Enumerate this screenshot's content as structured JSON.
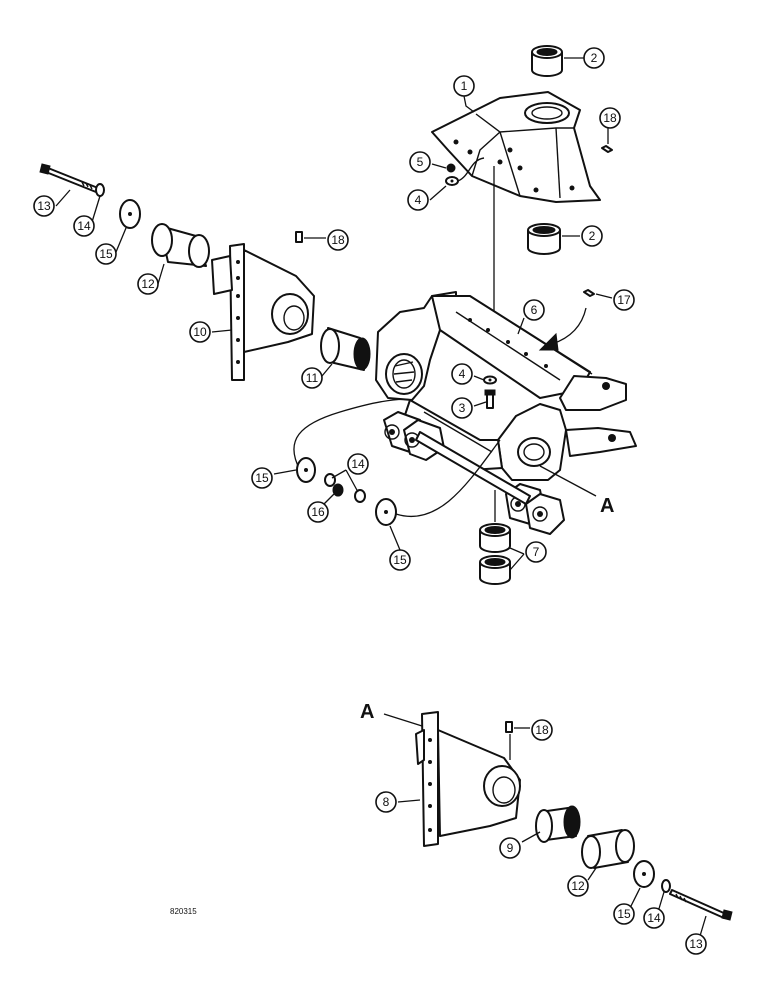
{
  "diagram": {
    "callouts": {
      "c1": "1",
      "c2a": "2",
      "c2b": "2",
      "c18a": "18",
      "c5": "5",
      "c4a": "4",
      "c13a": "13",
      "c14a": "14",
      "c15a": "15",
      "c12a": "12",
      "c18b": "18",
      "c10": "10",
      "c11": "11",
      "c6": "6",
      "c17": "17",
      "c4b": "4",
      "c3": "3",
      "c15b": "15",
      "c14b": "14",
      "c16": "16",
      "c15c": "15",
      "c7": "7",
      "c18c": "18",
      "c8": "8",
      "c9": "9",
      "c12b": "12",
      "c15d": "15",
      "c14c": "14",
      "c13b": "13"
    },
    "ref_letter_top": "A",
    "ref_letter_bottom": "A",
    "drawing_code": "820315"
  }
}
